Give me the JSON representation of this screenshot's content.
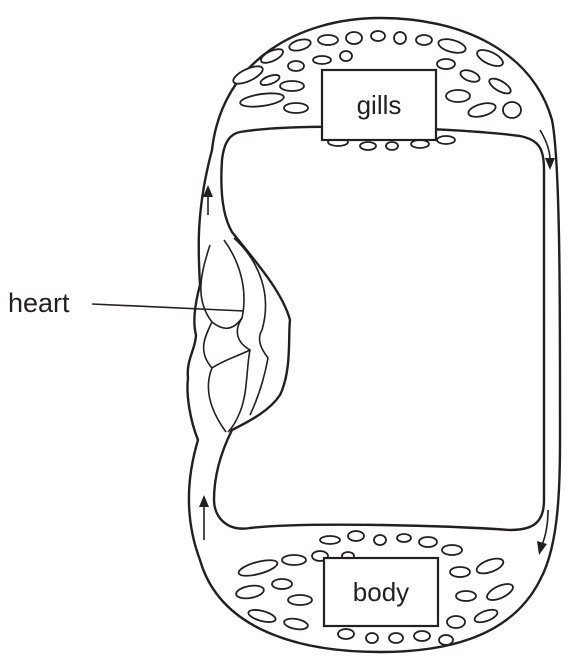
{
  "labels": {
    "gills": "gills",
    "body": "body",
    "heart": "heart"
  },
  "colors": {
    "ink": "#231f20",
    "background": "#ffffff"
  }
}
